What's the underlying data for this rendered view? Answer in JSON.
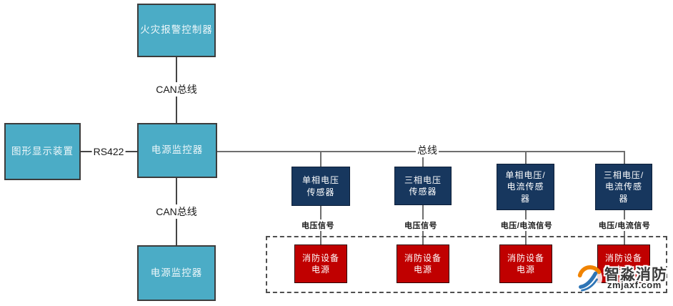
{
  "diagram": {
    "nodes": {
      "fire_alarm_controller": "火灾报警控制器",
      "graphic_display": "图形显示装置",
      "power_monitor_top": "电源监控器",
      "power_monitor_bottom": "电源监控器",
      "sensor_single_voltage": "单相电压\n传感器",
      "sensor_three_voltage": "三相电压\n传感器",
      "sensor_single_voltage_current": "单相电压/\n电流传感\n器",
      "sensor_three_voltage_current": "三相电压/\n电流传感\n器",
      "fire_device_power": "消防设备\n电源"
    },
    "edge_labels": {
      "can_bus_top": "CAN总线",
      "can_bus_bottom": "CAN总线",
      "rs422": "RS422",
      "bus": "总线",
      "signal_voltage_1": "电压信号",
      "signal_voltage_2": "电压信号",
      "signal_voltage_current_3": "电压/电流信号",
      "signal_voltage_current_4": "电压/电流信号"
    },
    "watermark": {
      "brand": "智淼消防",
      "url": "zmjaxf.com"
    },
    "colors": {
      "teal_box": "#4bacc6",
      "navy_box": "#17375e",
      "red_box": "#c00000",
      "line": "#6e6e6e",
      "logo_orange": "#f08300",
      "logo_blue": "#2e75b6"
    }
  }
}
